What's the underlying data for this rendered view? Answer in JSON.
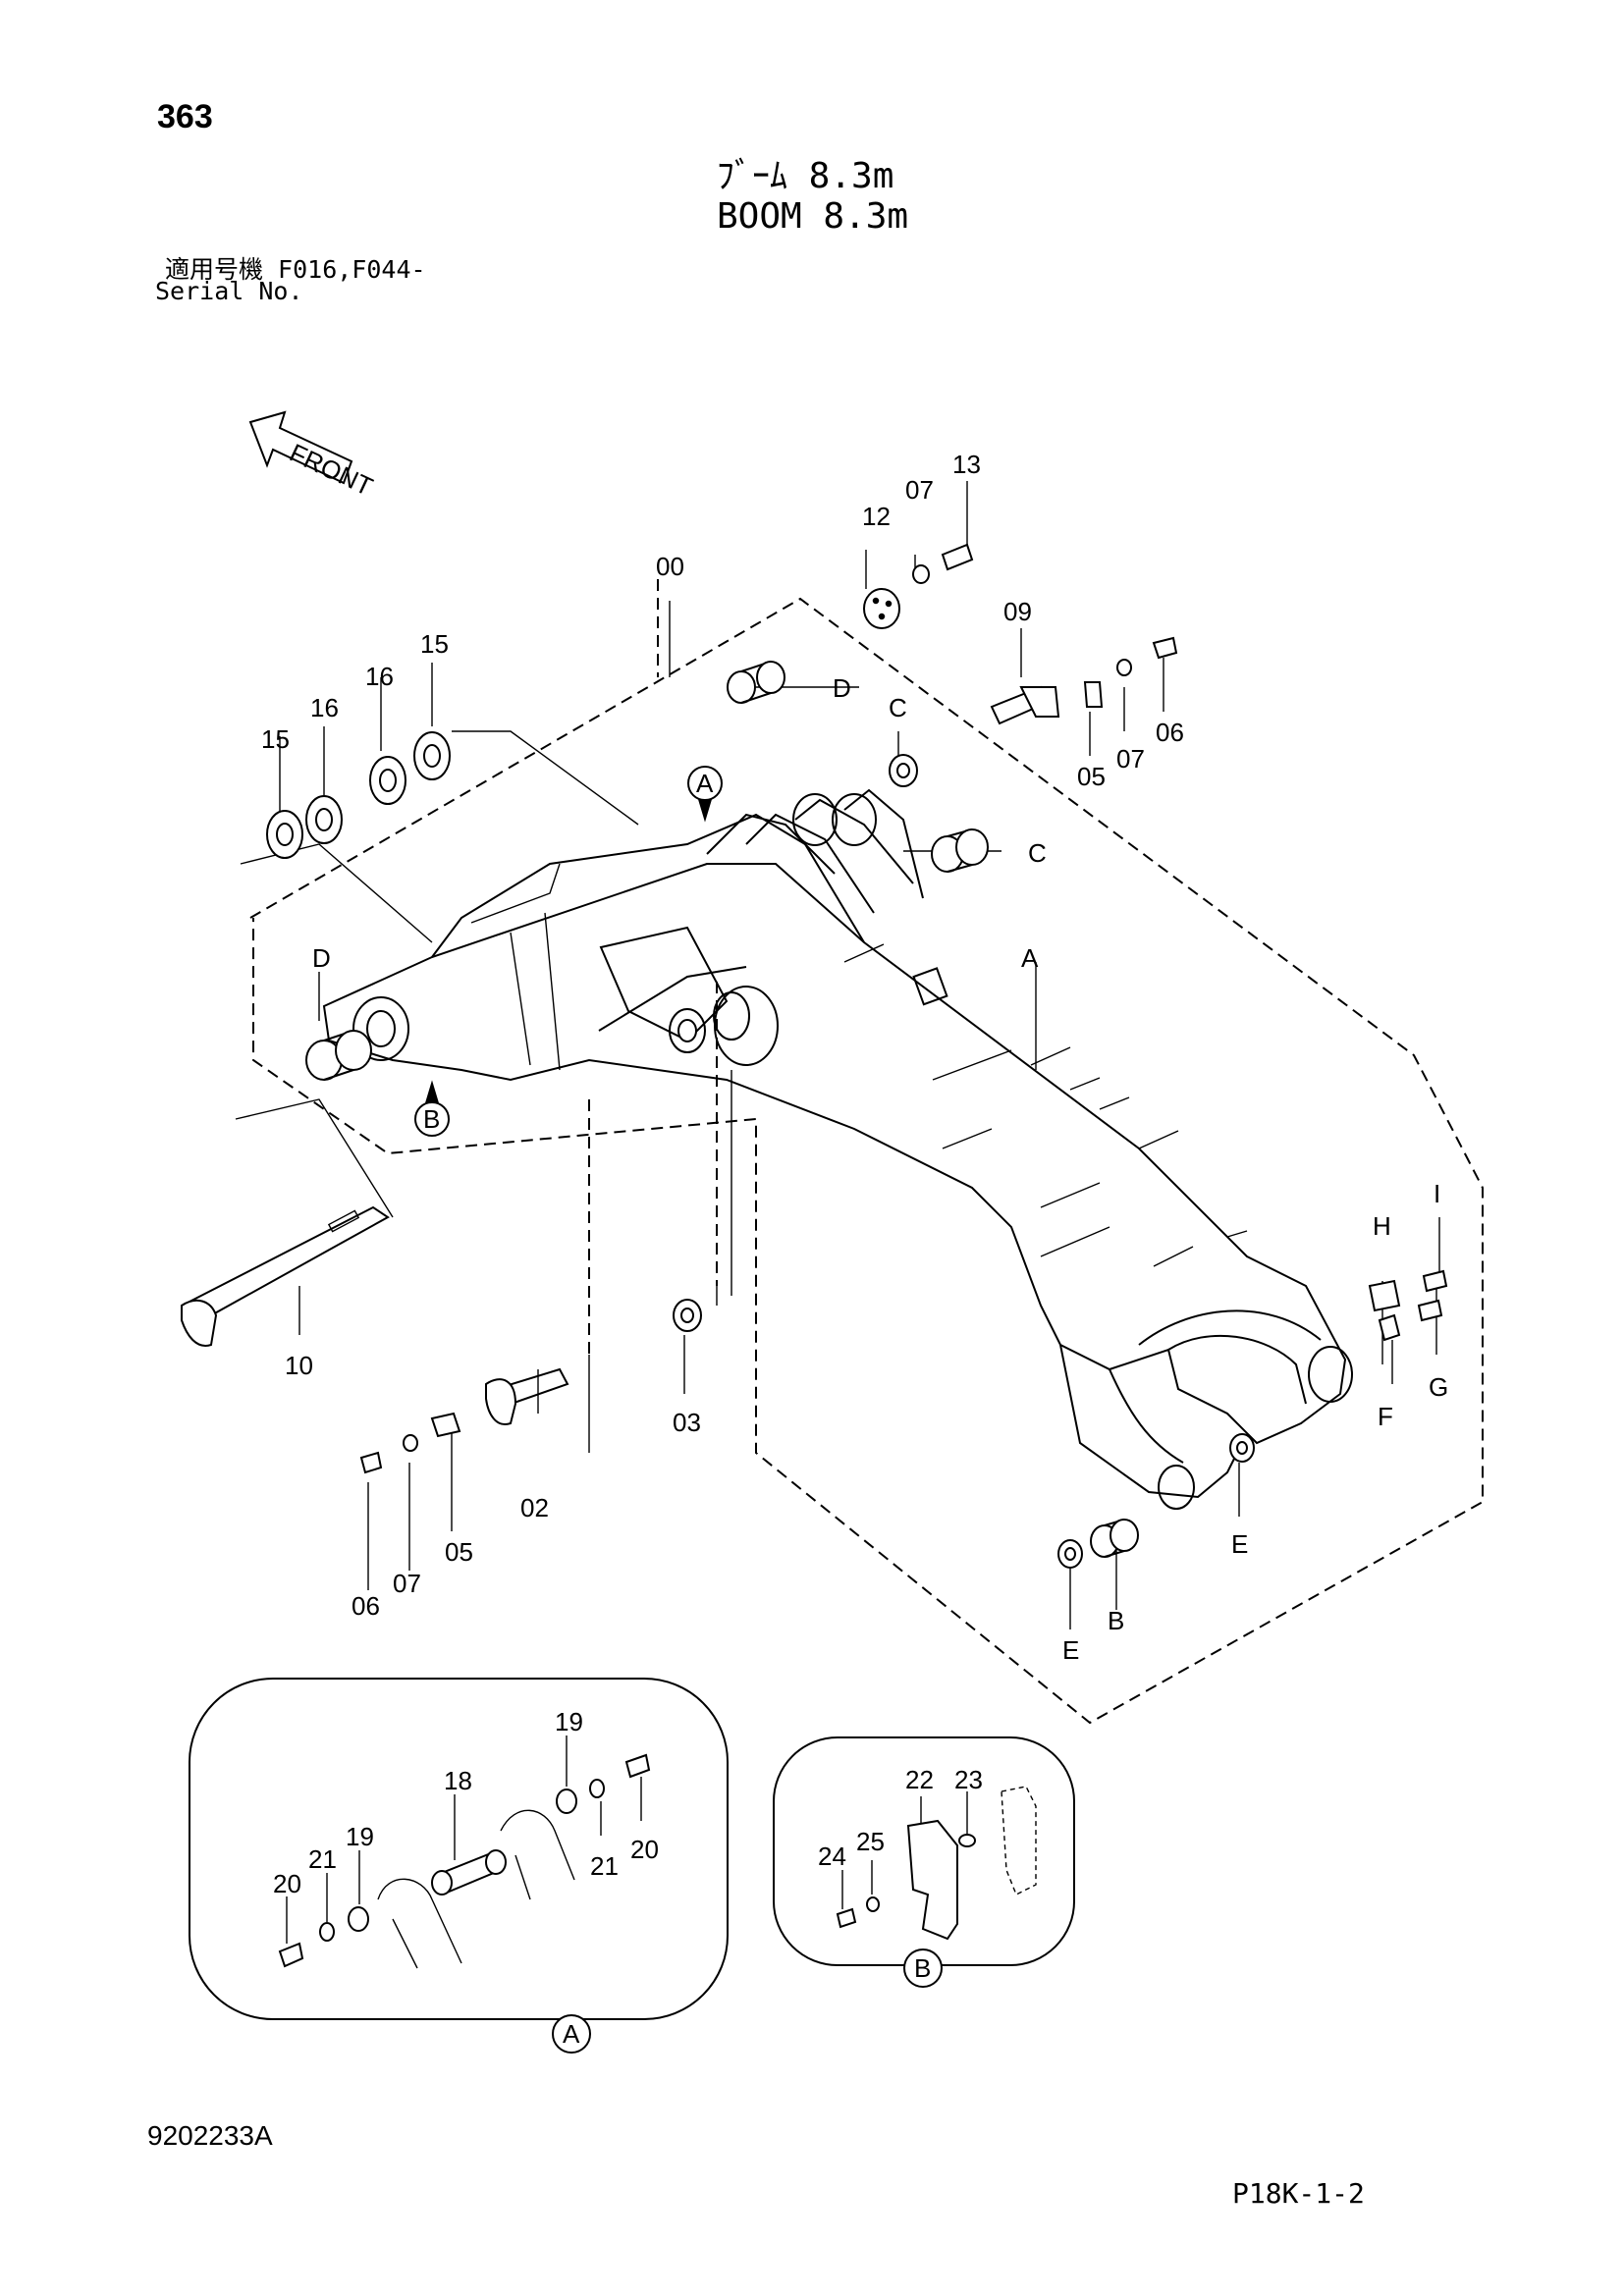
{
  "header": {
    "page_number": "363",
    "title_jp": "ﾌﾞｰﾑ 8.3m",
    "title_en": "BOOM 8.3m",
    "serial_label_jp": "適用号機  F016,F044-",
    "serial_label_en": "Serial No."
  },
  "diagram": {
    "front_label": "FRONT",
    "part_labels": {
      "p00": "00",
      "p02": "02",
      "p03": "03",
      "p05a": "05",
      "p05b": "05",
      "p06a": "06",
      "p06b": "06",
      "p07a": "07",
      "p07b": "07",
      "p07c": "07",
      "p09": "09",
      "p10": "10",
      "p12": "12",
      "p13": "13",
      "p15a": "15",
      "p15b": "15",
      "p16a": "16",
      "p16b": "16",
      "p18": "18",
      "p19a": "19",
      "p19b": "19",
      "p20a": "20",
      "p20b": "20",
      "p21a": "21",
      "p21b": "21",
      "p22": "22",
      "p23": "23",
      "p24": "24",
      "p25": "25"
    },
    "ref_labels": {
      "A_top": "A",
      "A_right": "A",
      "A_detail": "A",
      "B_left": "B",
      "B_bottom": "B",
      "B_detail": "B",
      "C_top": "C",
      "C_right": "C",
      "D_left": "D",
      "D_top": "D",
      "E_left": "E",
      "E_right": "E",
      "F": "F",
      "G": "G",
      "H": "H",
      "I": "I"
    }
  },
  "footer": {
    "figure_number": "9202233A",
    "page_code": "P18K-1-2"
  }
}
